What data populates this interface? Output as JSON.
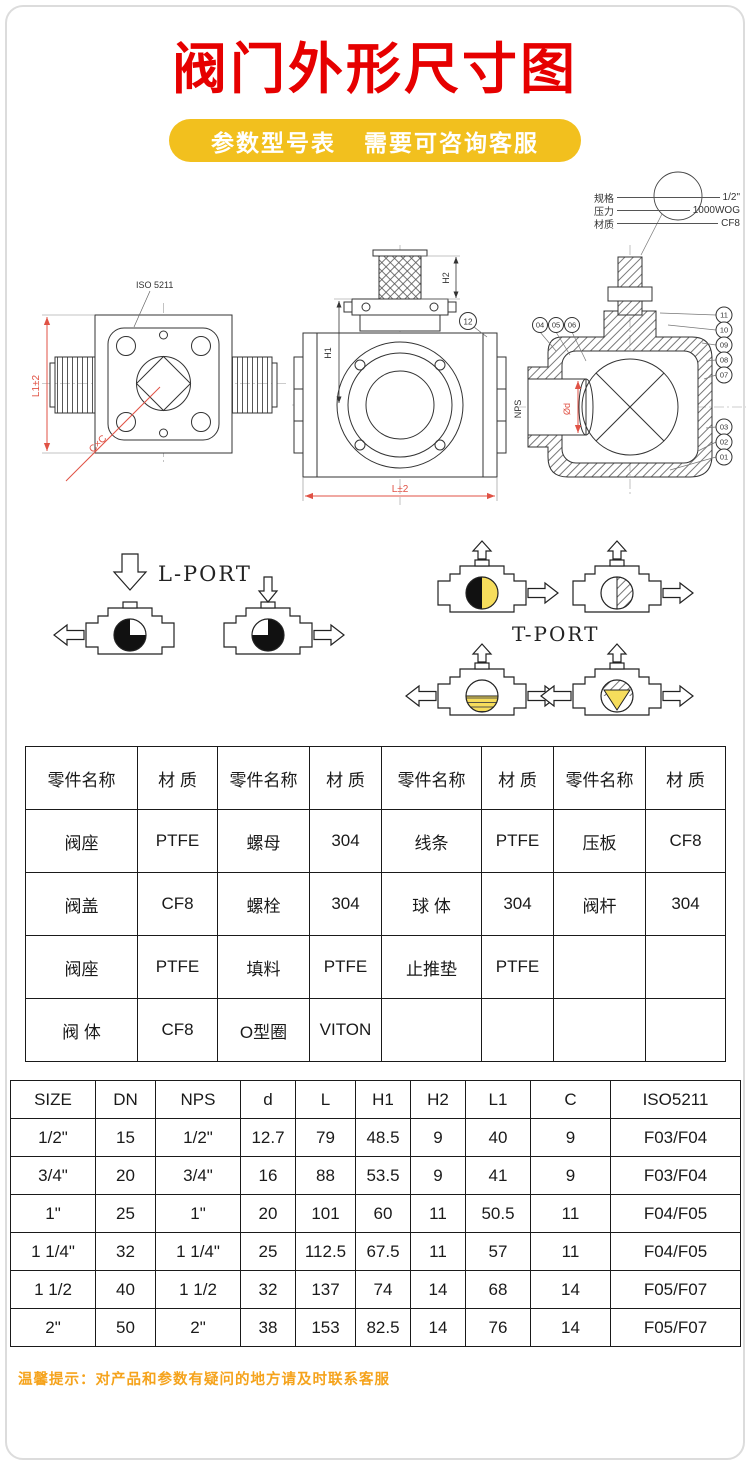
{
  "colors": {
    "title_red": "#e60000",
    "banner_yellow": "#f2c01e",
    "footer_orange": "#f5a31c",
    "dim_red": "#e05245",
    "line_black": "#333333",
    "ball_yellow": "#f6dd5c"
  },
  "header": {
    "title": "阀门外形尺寸图",
    "banner_left": "参数型号表",
    "banner_right": "需要可咨询客服"
  },
  "spec_callout": {
    "rows": [
      {
        "label": "规格",
        "value": "1/2\""
      },
      {
        "label": "压力",
        "value": "1000WOG"
      },
      {
        "label": "材质",
        "value": "CF8"
      }
    ]
  },
  "drawing": {
    "iso_label": "ISO 5211",
    "dim_l1": "L1±2",
    "dim_cxc": "C×C",
    "dim_h1": "H1",
    "dim_h2": "H2",
    "dim_l": "L±2",
    "dim_nps": "NPS",
    "dim_d": "Ød",
    "callout_12": "12",
    "callouts_right_top": [
      "11",
      "10",
      "09",
      "08",
      "07"
    ],
    "callouts_top": [
      "04",
      "05",
      "06"
    ],
    "callouts_right_bottom": [
      "03",
      "02",
      "01"
    ]
  },
  "ports": {
    "l_port": "L-PORT",
    "t_port": "T-PORT"
  },
  "parts_table": {
    "headers": [
      "零件名称",
      "材 质",
      "零件名称",
      "材 质",
      "零件名称",
      "材 质",
      "零件名称",
      "材 质"
    ],
    "rows": [
      [
        "阀座",
        "PTFE",
        "螺母",
        "304",
        "线条",
        "PTFE",
        "压板",
        "CF8"
      ],
      [
        "阀盖",
        "CF8",
        "螺栓",
        "304",
        "球 体",
        "304",
        "阀杆",
        "304"
      ],
      [
        "阀座",
        "PTFE",
        "填料",
        "PTFE",
        "止推垫",
        "PTFE",
        "",
        ""
      ],
      [
        "阀 体",
        "CF8",
        "O型圈",
        "VITON",
        "",
        "",
        "",
        ""
      ]
    ]
  },
  "size_table": {
    "headers": [
      "SIZE",
      "DN",
      "NPS",
      "d",
      "L",
      "H1",
      "H2",
      "L1",
      "C",
      "ISO5211"
    ],
    "rows": [
      [
        "1/2\"",
        "15",
        "1/2\"",
        "12.7",
        "79",
        "48.5",
        "9",
        "40",
        "9",
        "F03/F04"
      ],
      [
        "3/4\"",
        "20",
        "3/4\"",
        "16",
        "88",
        "53.5",
        "9",
        "41",
        "9",
        "F03/F04"
      ],
      [
        "1\"",
        "25",
        "1\"",
        "20",
        "101",
        "60",
        "11",
        "50.5",
        "11",
        "F04/F05"
      ],
      [
        "1 1/4\"",
        "32",
        "1 1/4\"",
        "25",
        "112.5",
        "67.5",
        "11",
        "57",
        "11",
        "F04/F05"
      ],
      [
        "1 1/2",
        "40",
        "1 1/2",
        "32",
        "137",
        "74",
        "14",
        "68",
        "14",
        "F05/F07"
      ],
      [
        "2\"",
        "50",
        "2\"",
        "38",
        "153",
        "82.5",
        "14",
        "76",
        "14",
        "F05/F07"
      ]
    ]
  },
  "footer": {
    "note": "温馨提示：对产品和参数有疑问的地方请及时联系客服"
  }
}
